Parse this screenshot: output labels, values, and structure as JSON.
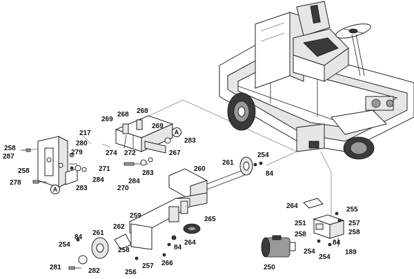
{
  "labels": {
    "l258a": "258",
    "l287": "287",
    "l217": "217",
    "l279": "279",
    "l280": "280",
    "l271": "271",
    "l258b": "258",
    "l278": "278",
    "l283a": "283",
    "l284a": "284",
    "l269a": "269",
    "l268a": "268",
    "l268b": "268",
    "l269b": "269",
    "l274": "274",
    "l272": "272",
    "l267": "267",
    "l283b": "283",
    "l283c": "283",
    "l270": "270",
    "l284b": "284",
    "l261a": "261",
    "l254a": "254",
    "l84a": "84",
    "l260": "260",
    "l259": "259",
    "l265": "265",
    "l262": "262",
    "l264a": "264",
    "l84b": "84",
    "l254b": "254",
    "l261b": "261",
    "l258c": "258",
    "l257a": "257",
    "l266": "266",
    "l256": "256",
    "l281": "281",
    "l282": "282",
    "l264b": "264",
    "l255": "255",
    "l251": "251",
    "l257b": "257",
    "l258d": "258",
    "l258e": "258",
    "l84c": "84",
    "l254c": "254",
    "l254d": "254",
    "l189": "189",
    "l250": "250"
  },
  "callouts": {
    "a1": "A",
    "a2": "A"
  }
}
